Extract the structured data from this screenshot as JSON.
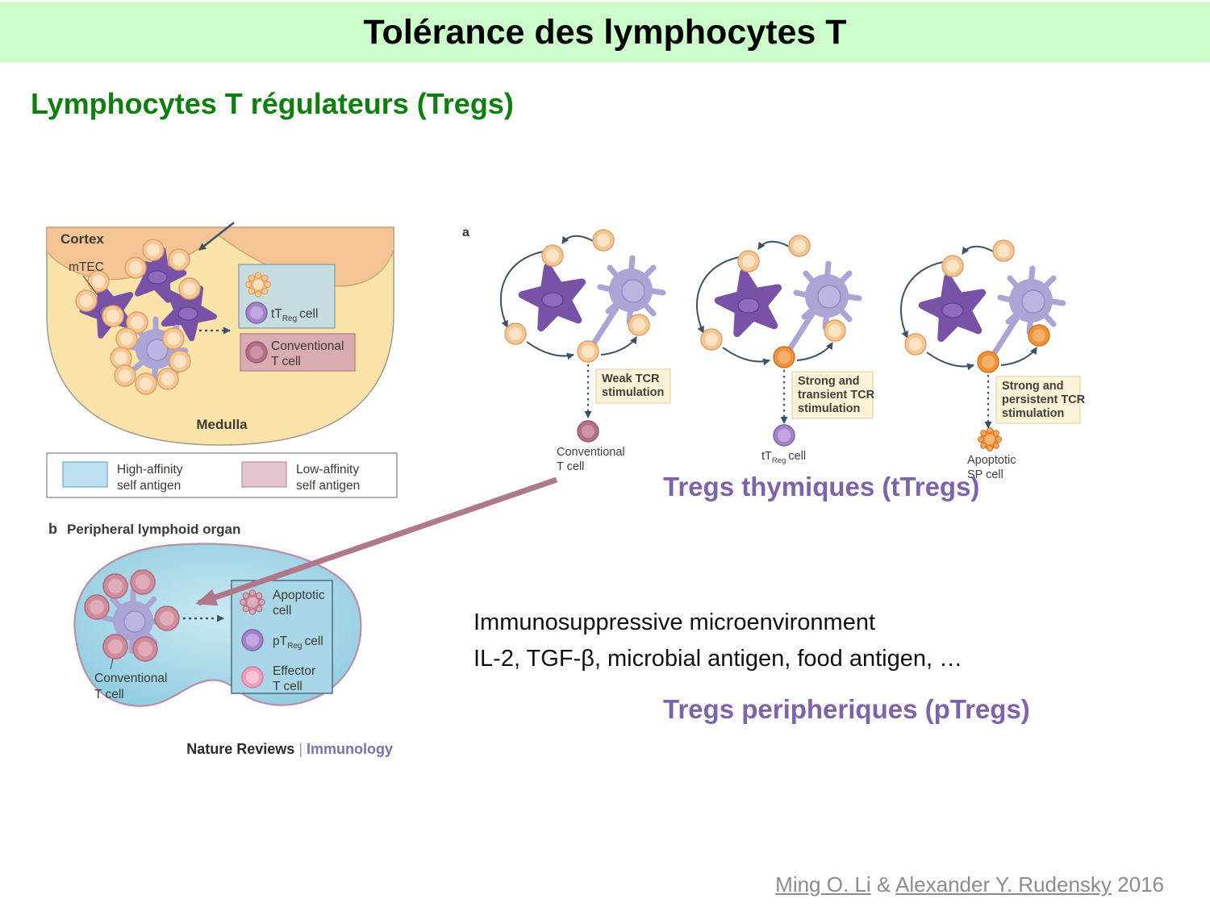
{
  "header": {
    "title": "Tolérance des lymphocytes T"
  },
  "subtitle": "Lymphocytes T régulateurs (Tregs)",
  "figure_left": {
    "panel_a": {
      "cortex": "Cortex",
      "mtec": "mTEC",
      "medulla": "Medulla",
      "treg_box": {
        "pre": "tT",
        "sub": "Reg",
        "post": "cell"
      },
      "conv_line1": "Conventional",
      "conv_line2": "T cell"
    },
    "legend": {
      "high_l1": "High-affinity",
      "high_l2": "self antigen",
      "low_l1": "Low-affinity",
      "low_l2": "self antigen"
    },
    "panel_b": {
      "letter": "b",
      "label": "Peripheral lymphoid organ",
      "conv_l1": "Conventional",
      "conv_l2": "T cell",
      "apoptotic_l1": "Apoptotic",
      "apoptotic_l2": "cell",
      "ptreg": {
        "pre": "pT",
        "sub": "Reg",
        "post": "cell"
      },
      "effector_l1": "Effector",
      "effector_l2": "T cell"
    },
    "caption": {
      "journal": "Nature Reviews",
      "sep": "|",
      "section": "Immunology"
    }
  },
  "figure_right": {
    "label": "a",
    "panels": [
      {
        "box_lines": [
          "Weak TCR",
          "stimulation",
          ""
        ],
        "result_l1": "Conventional",
        "result_l2": "T cell"
      },
      {
        "box_lines": [
          "Strong and",
          "transient TCR",
          "stimulation"
        ],
        "result": {
          "pre": "tT",
          "sub": "Reg",
          "post": "cell"
        }
      },
      {
        "box_lines": [
          "Strong and",
          "persistent TCR",
          "stimulation"
        ],
        "result_l1": "Apoptotic",
        "result_l2": "SP cell"
      }
    ]
  },
  "annotations": {
    "tregs_thymiques": "Tregs thymiques (tTregs)",
    "immuno_line1": "Immunosuppressive microenvironment",
    "immuno_line2": "IL-2, TGF-β, microbial antigen, food antigen, …",
    "tregs_peripheriques": "Tregs peripheriques (pTregs)"
  },
  "citation": {
    "author1": "Ming O. Li",
    "amp": "&",
    "author2": "Alexander Y. Rudensky",
    "year": "2016"
  },
  "colors": {
    "banner_bg": "#CCFECC",
    "subtitle_green": "#0B800B",
    "treg_purple": "#7D63AC",
    "arrow_maroon": "#B0798A",
    "citation_gray": "#8C8C8C",
    "nature_purple": "#7A6FB5",
    "thymus_yellow": "#FAE3A9",
    "cortex_peach": "#F2C496",
    "kidney_blue": "#9ED2E4"
  }
}
